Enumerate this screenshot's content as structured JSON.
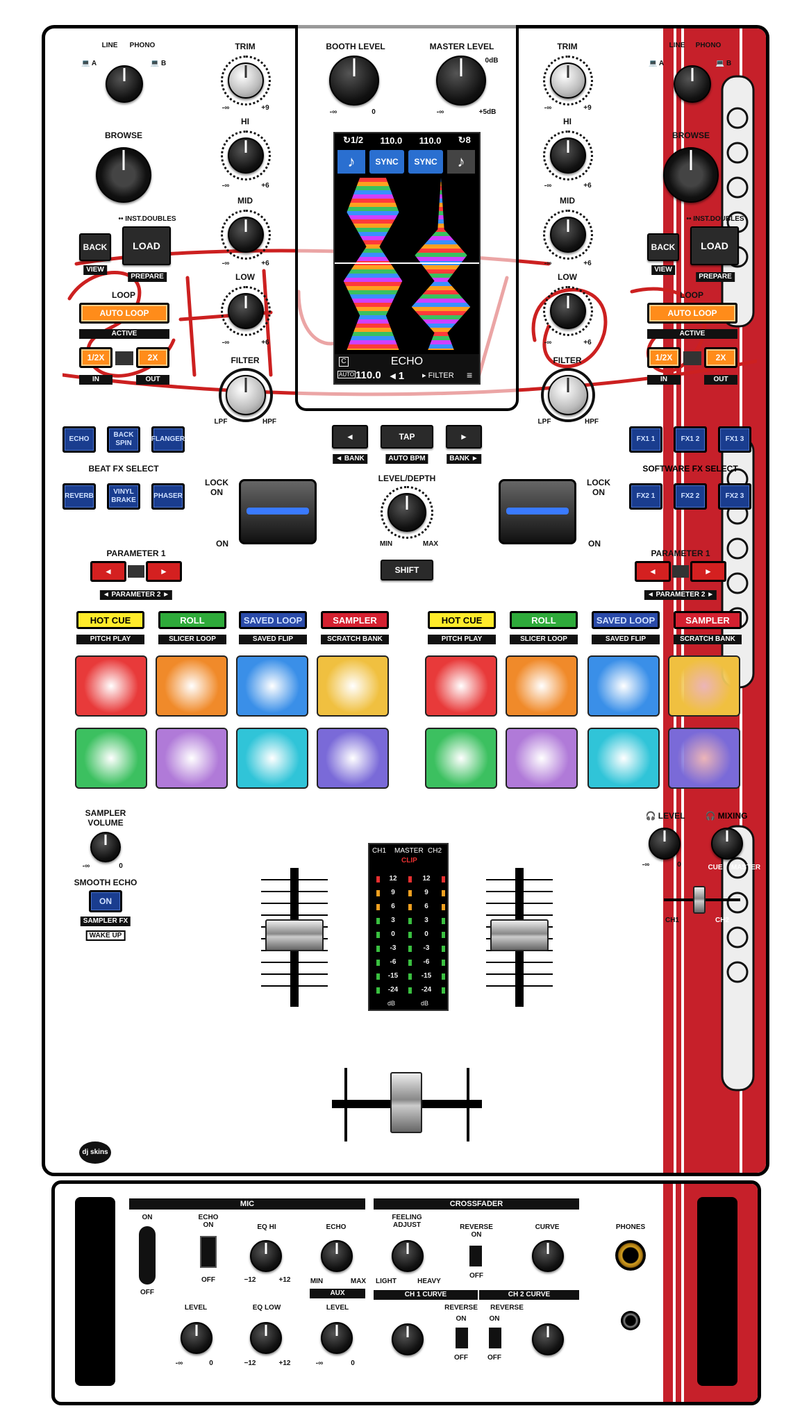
{
  "left_deck": {
    "source_a": "A",
    "source_line": "LINE",
    "source_phono": "PHONO",
    "source_b": "B",
    "browse": "BROWSE",
    "inst_doubles": "•• INST.DOUBLES",
    "back": "BACK",
    "view": "VIEW",
    "load": "LOAD",
    "prepare": "PREPARE",
    "loop": "LOOP",
    "auto_loop": "AUTO LOOP",
    "active": "ACTIVE",
    "half": "1/2X",
    "double": "2X",
    "in": "IN",
    "out": "OUT"
  },
  "right_deck": {
    "source_a": "A",
    "source_line": "LINE",
    "source_phono": "PHONO",
    "source_b": "B",
    "browse": "BROWSE",
    "inst_doubles": "•• INST.DOUBLES",
    "back": "BACK",
    "view": "VIEW",
    "load": "LOAD",
    "prepare": "PREPARE",
    "loop": "LOOP",
    "auto_loop": "AUTO LOOP",
    "active": "ACTIVE",
    "half": "1/2X",
    "double": "2X",
    "in": "IN",
    "out": "OUT"
  },
  "eq": {
    "trim": "TRIM",
    "hi": "HI",
    "mid": "MID",
    "low": "LOW",
    "filter": "FILTER",
    "minus_inf": "-∞",
    "plus9": "+9",
    "plus6": "+6",
    "lpf": "LPF",
    "hpf": "HPF"
  },
  "master": {
    "booth_level": "BOOTH LEVEL",
    "master_level": "MASTER LEVEL",
    "booth_max": "0",
    "master_max": "+5dB",
    "db": "0dB"
  },
  "screen": {
    "loop_left": "↻1/2",
    "bpm_left": "110.0",
    "bpm_right": "110.0",
    "loop_right": "↻8",
    "sync": "SYNC",
    "fx_name": "ECHO",
    "channel": "C",
    "auto": "AUTO",
    "fx_bpm": "110.0",
    "beat": "1",
    "fx_target": "FILTER"
  },
  "fx": {
    "echo": "ECHO",
    "back_spin": "BACK SPIN",
    "flanger": "FLANGER",
    "beat_fx_select": "BEAT FX SELECT",
    "reverb": "REVERB",
    "vinyl_brake": "VINYL BRAKE",
    "phaser": "PHASER",
    "tap": "TAP",
    "bank_left": "◄ BANK",
    "auto_bpm": "AUTO BPM",
    "bank_right": "BANK ►",
    "level_depth": "LEVEL/DEPTH",
    "min": "MIN",
    "max": "MAX",
    "shift": "SHIFT",
    "lock_on": "LOCK ON",
    "on": "ON",
    "fx1_1": "FX1 1",
    "fx1_2": "FX1 2",
    "fx1_3": "FX1 3",
    "software_fx_select": "SOFTWARE FX SELECT",
    "fx2_1": "FX2 1",
    "fx2_2": "FX2 2",
    "fx2_3": "FX2 3",
    "parameter1": "PARAMETER 1",
    "parameter2": "◄ PARAMETER 2 ►"
  },
  "pad_modes": {
    "hot_cue": "HOT CUE",
    "roll": "ROLL",
    "saved_loop": "SAVED LOOP",
    "sampler": "SAMPLER",
    "pitch_play": "PITCH PLAY",
    "slicer_loop": "SLICER LOOP",
    "saved_flip": "SAVED FLIP",
    "scratch_bank": "SCRATCH BANK"
  },
  "pad_colors": [
    "#e83a3a",
    "#f08a2a",
    "#3a8fe8",
    "#f0c040",
    "#3cc060",
    "#b07ad8",
    "#30c4d8",
    "#7a6ad8"
  ],
  "sampler": {
    "sampler_volume": "SAMPLER VOLUME",
    "zero": "0",
    "smooth_echo": "SMOOTH ECHO",
    "on": "ON",
    "sampler_fx": "SAMPLER FX",
    "wake_up": "WAKE UP"
  },
  "headphones": {
    "level": "LEVEL",
    "mixing": "MIXING",
    "cue": "CUE",
    "master": "MASTER",
    "ch1": "CH1",
    "ch2": "CH2"
  },
  "meter": {
    "ch1": "CH1",
    "master": "MASTER",
    "ch2": "CH2",
    "clip": "CLIP",
    "scale": [
      "12",
      "9",
      "6",
      "3",
      "0",
      "-3",
      "-6",
      "-15",
      "-24"
    ],
    "db": "dB"
  },
  "front": {
    "mic": "MIC",
    "crossfader": "CROSSFADER",
    "on": "ON",
    "off": "OFF",
    "echo_on": "ECHO ON",
    "eq_hi": "EQ HI",
    "eq_low": "EQ LOW",
    "echo": "ECHO",
    "minus12": "−12",
    "plus12": "+12",
    "min": "MIN",
    "max": "MAX",
    "level": "LEVEL",
    "aux": "AUX",
    "zero": "0",
    "feeling_adjust": "FEELING ADJUST",
    "light": "LIGHT",
    "heavy": "HEAVY",
    "reverse_on": "REVERSE ON",
    "curve": "CURVE",
    "ch1_curve": "CH 1 CURVE",
    "ch2_curve": "CH 2 CURVE",
    "reverse": "REVERSE",
    "phones": "PHONES"
  },
  "logo": "dj skins",
  "colors": {
    "skin_red": "#c6202a",
    "graffiti": "#cc2020"
  }
}
